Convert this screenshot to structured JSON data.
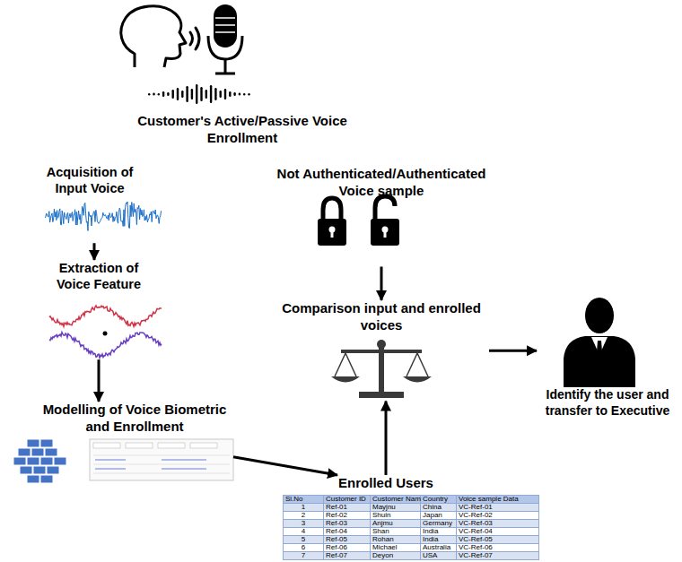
{
  "diagram": {
    "nodes": [
      {
        "text": [
          "Customer's Active/Passive Voice Enrollment"
        ]
      },
      {
        "text": [
          "Acquisition of Input Voice"
        ]
      },
      {
        "text": [
          "Not Authenticated/Authenticated Voice sample"
        ]
      },
      {
        "text": [
          "Extraction of Voice Feature"
        ]
      },
      {
        "text": [
          "Comparison input and enrolled voices"
        ]
      },
      {
        "text": [
          "Modelling of Voice Biometric and Enrollment"
        ]
      },
      {
        "text": [
          "Identify the user and transfer to Executive"
        ]
      },
      {
        "text": [
          "Enrolled Users"
        ]
      }
    ],
    "edges": [
      {
        "from": 1,
        "to": 3,
        "arrow": "to"
      },
      {
        "from": 3,
        "to": 5,
        "arrow": "to"
      },
      {
        "from": 5,
        "to": 7,
        "arrow": "to"
      },
      {
        "from": 7,
        "to": 4,
        "arrow": "to"
      },
      {
        "from": 2,
        "to": 4,
        "arrow": "to"
      },
      {
        "from": 4,
        "to": 6,
        "arrow": "to"
      }
    ],
    "labels": [
      "Sl.No",
      "Customer ID",
      "Customer Name",
      "Country",
      "Voice sample Data",
      "1",
      "Ref-01",
      "Mayjnu",
      "China",
      "VC-Ref-01",
      "2",
      "Ref-02",
      "Shuin",
      "Japan",
      "VC-Ref-02",
      "3",
      "Ref-03",
      "Anjmu",
      "Germany",
      "VC-Ref-03",
      "4",
      "Ref-04",
      "Shan",
      "India",
      "VC-Ref-04",
      "5",
      "Ref-05",
      "Rohan",
      "India",
      "VC-Ref-05",
      "6",
      "Ref-06",
      "Michael",
      "Australia",
      "VC-Ref-06",
      "7",
      "Ref-07",
      "Deyon",
      "USA",
      "VC-Ref-07"
    ]
  }
}
